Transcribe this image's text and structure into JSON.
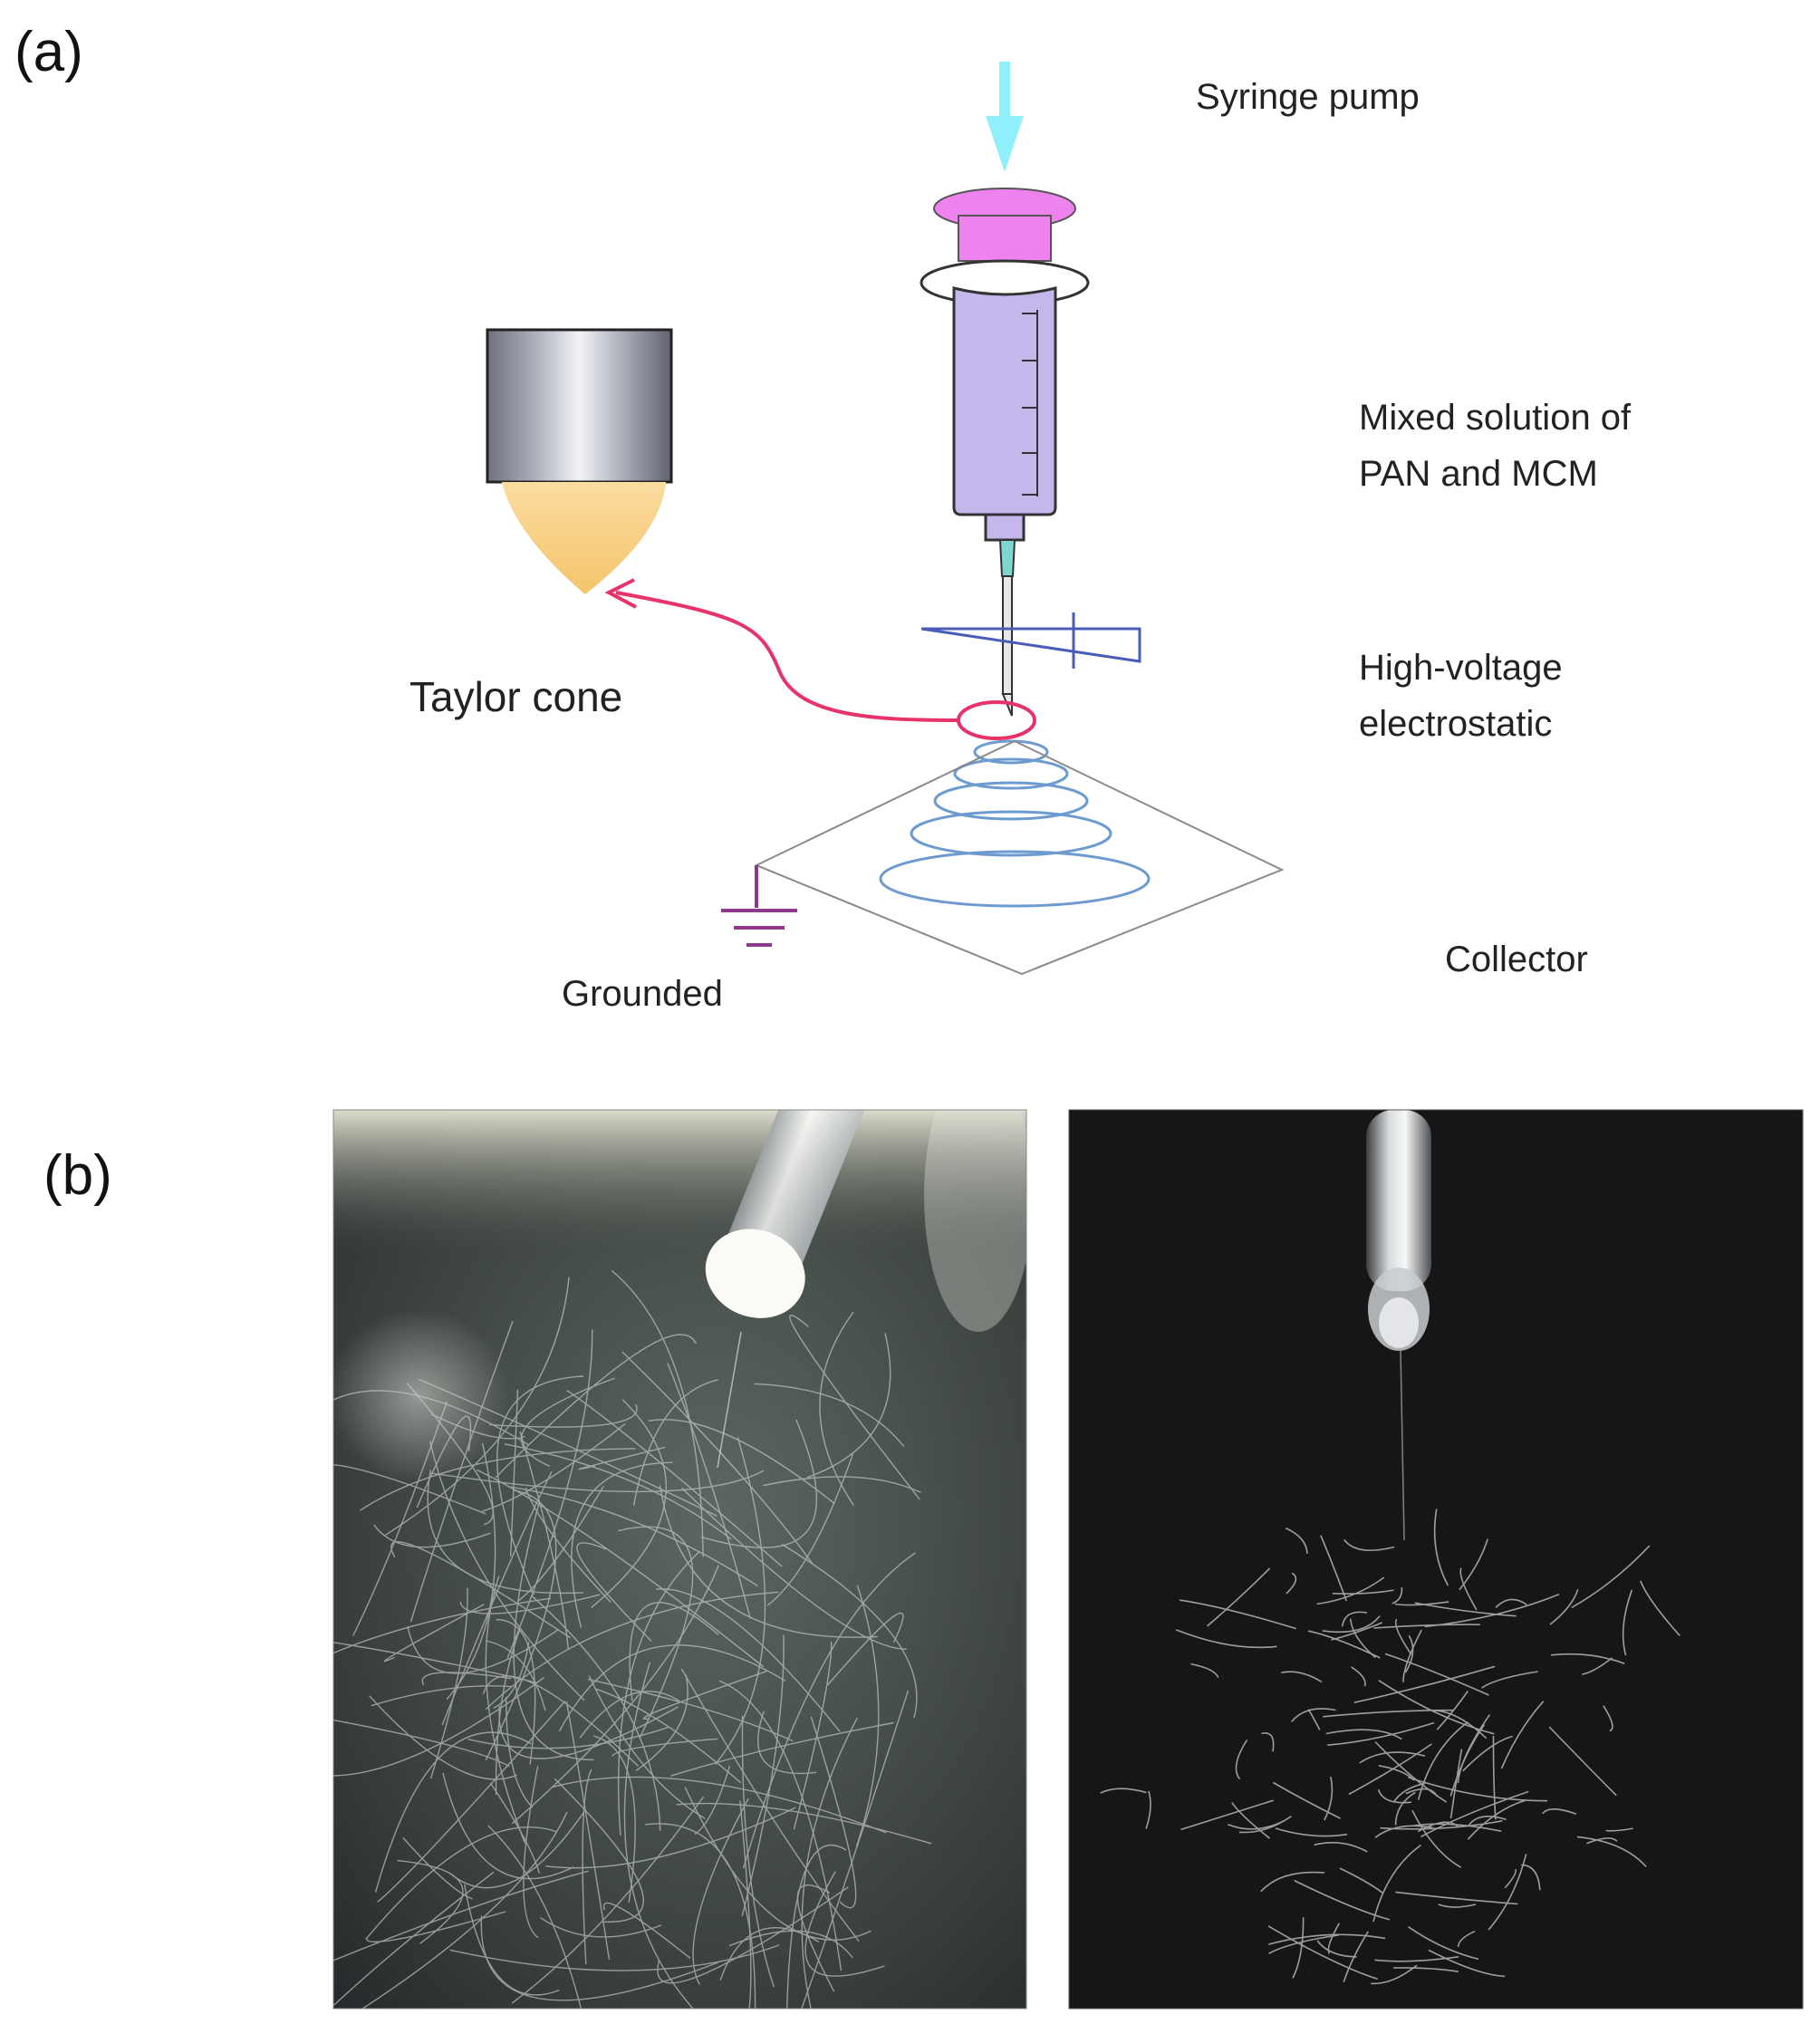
{
  "panel_a": {
    "label": "(a)",
    "labels": {
      "syringe_pump": "Syringe pump",
      "solution_line1": "Mixed solution of",
      "solution_line2": "PAN and MCM",
      "voltage_line1": "High-voltage",
      "voltage_line2": "electrostatic",
      "taylor_cone": "Taylor cone",
      "grounded": "Grounded",
      "collector": "Collector"
    },
    "colors": {
      "pump_arrow": "#8ff0fb",
      "plunger": "#ee82ee",
      "barrel": "#c5b6ec",
      "needle_hub": "#7fd6cf",
      "taylor_cone": "#f8cc7a",
      "pointer": "#e8326a",
      "fiber_spiral": "#6d9bcf",
      "ground": "#8c3a8c",
      "voltage_symbol": "#4a5cb8"
    }
  },
  "panel_b": {
    "label": "(b)"
  }
}
